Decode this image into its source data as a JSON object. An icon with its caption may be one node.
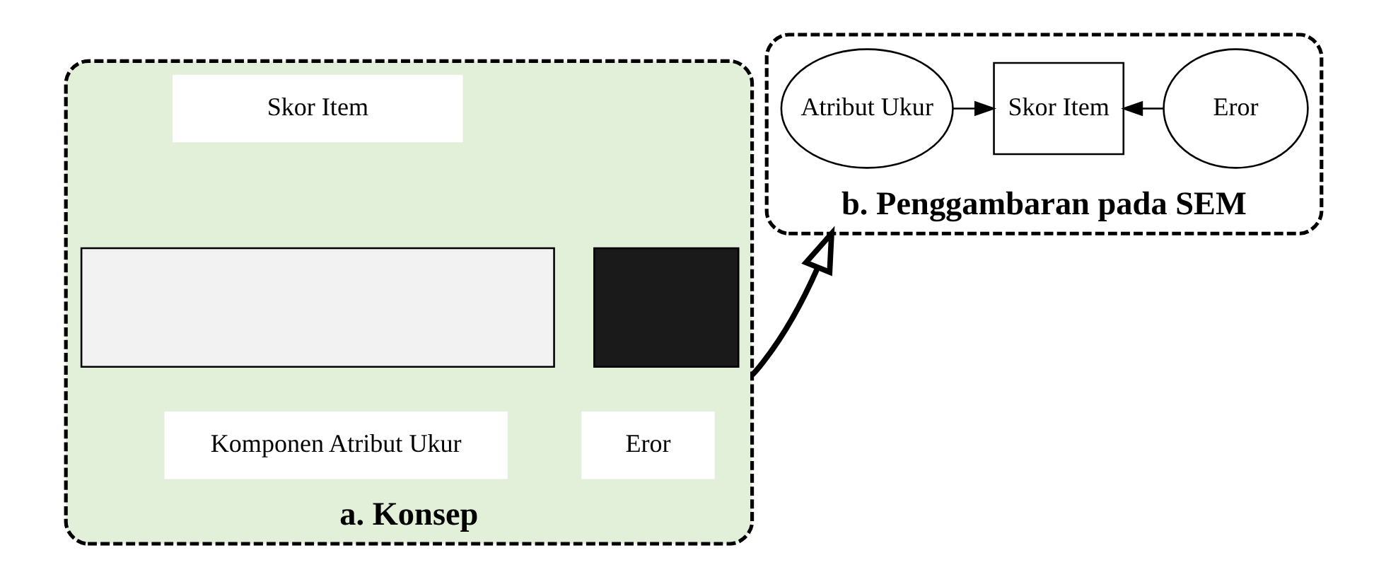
{
  "diagram": {
    "nodes": [
      {
        "text": [
          "a. Konsep"
        ]
      },
      {
        "text": [
          "Skor Item"
        ],
        "in": 0
      },
      {
        "text": [],
        "shape": "bar",
        "in": 0
      },
      {
        "text": [],
        "shape": "bar",
        "in": 0
      },
      {
        "text": [
          "Komponen Atribut Ukur"
        ],
        "in": 0
      },
      {
        "text": [
          "Eror"
        ],
        "in": 0
      },
      {
        "text": [
          "b. Penggambaran pada SEM"
        ]
      },
      {
        "text": [
          "Atribut Ukur"
        ],
        "in": 6
      },
      {
        "text": [
          "Skor Item"
        ],
        "in": 6
      },
      {
        "text": [
          "Eror"
        ],
        "in": 6
      }
    ],
    "edges": [
      {
        "from": 0,
        "to": 6,
        "arrow": "to",
        "style": "thick"
      },
      {
        "from": 7,
        "to": 8,
        "arrow": "to"
      },
      {
        "from": 9,
        "to": 8,
        "arrow": "to"
      }
    ]
  }
}
